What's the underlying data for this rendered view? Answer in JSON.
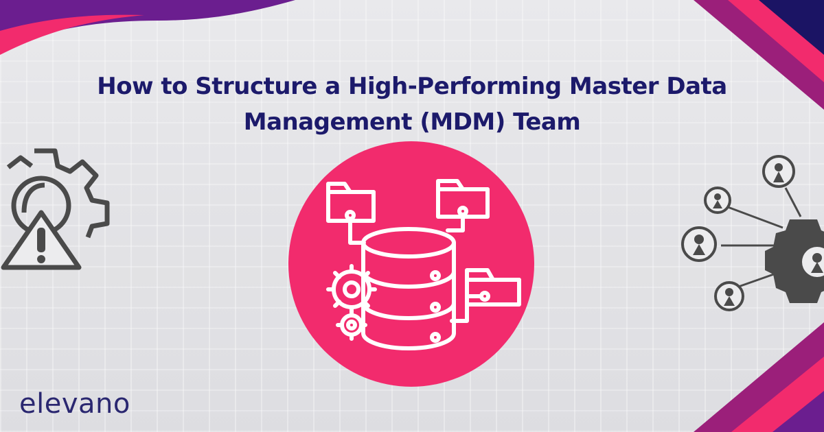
{
  "title": {
    "line1": "How to Structure a High-Performing Master Data",
    "line2": "Management (MDM) Team"
  },
  "brand": {
    "logo_text": "elevano"
  },
  "colors": {
    "title": "#1c1a6b",
    "accent_pink": "#f22b6d",
    "accent_purple": "#6b1e8f",
    "navy": "#1b1464",
    "icon_gray": "#4a4a4a",
    "background": "#ececee"
  },
  "icons": {
    "hero": "database-folders-gears-icon",
    "left": "gear-warning-icon",
    "right": "gear-network-people-icon"
  }
}
